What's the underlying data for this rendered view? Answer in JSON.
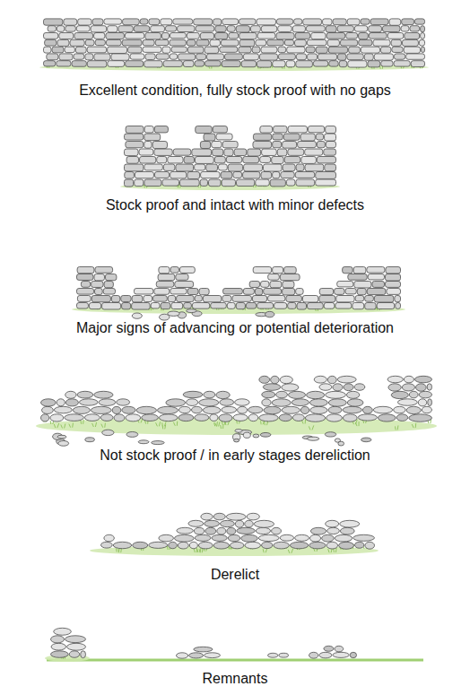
{
  "diagram": {
    "labels": [
      "Excellent condition, fully stock proof with no gaps",
      "Stock proof and intact with minor defects",
      "Major signs of advancing or potential deterioration",
      "Not stock proof / in early stages dereliction",
      "Derelict",
      "Remnants"
    ]
  }
}
